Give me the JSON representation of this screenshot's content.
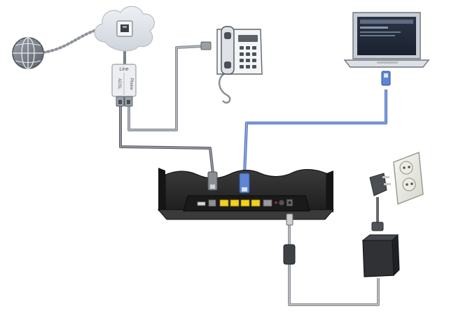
{
  "splitter": {
    "line_label": "Line",
    "adsl_label": "ADSL",
    "phone_label": "Phone"
  },
  "colors": {
    "dsl_cable": "#6f7277",
    "phone_cable": "#8a8f96",
    "ethernet_cable": "#5b7ec9",
    "power_cable": "#9b9ea3",
    "router_body": "#2b2b2b",
    "router_panel": "#1e1e1e",
    "lan_port": "#f2d21b",
    "background": "#ffffff"
  },
  "icons": [
    "globe-icon",
    "wall-jack-icon",
    "telephone-icon",
    "laptop-icon",
    "power-outlet-icon",
    "power-adapter-icon",
    "router-icon",
    "dsl-splitter-icon"
  ]
}
